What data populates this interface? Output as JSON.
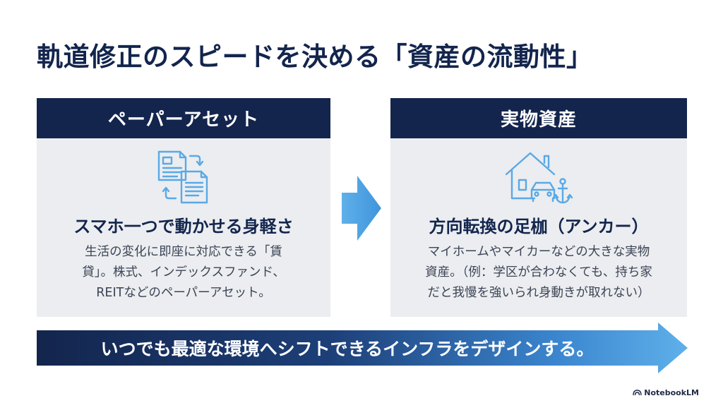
{
  "title": "軌道修正のスピードを決める「資産の流動性」",
  "left_card": {
    "header": "ペーパーアセット",
    "icon": "document-swap-icon",
    "heading": "スマホ一つで動かせる身軽さ",
    "body_lines": [
      "生活の変化に即座に対応できる「賃",
      "貸」。株式、インデックスファンド、",
      "REITなどのペーパーアセット。"
    ]
  },
  "right_card": {
    "header": "実物資産",
    "icon": "house-car-anchor-icon",
    "heading": "方向転換の足枷（アンカー）",
    "body_lines": [
      "マイホームやマイカーなどの大きな実物",
      "資産。（例：学区が合わなくても、持ち家",
      "だと我慢を強いられ身動きが取れない）"
    ]
  },
  "banner": {
    "text": "いつでも最適な環境へシフトできるインフラをデザインする。"
  },
  "branding": "NotebookLM",
  "colors": {
    "navy": "#13254d",
    "card_bg": "#ebedf0",
    "accent_blue": "#4a9fe0",
    "icon_blue": "#5aa9e6"
  }
}
